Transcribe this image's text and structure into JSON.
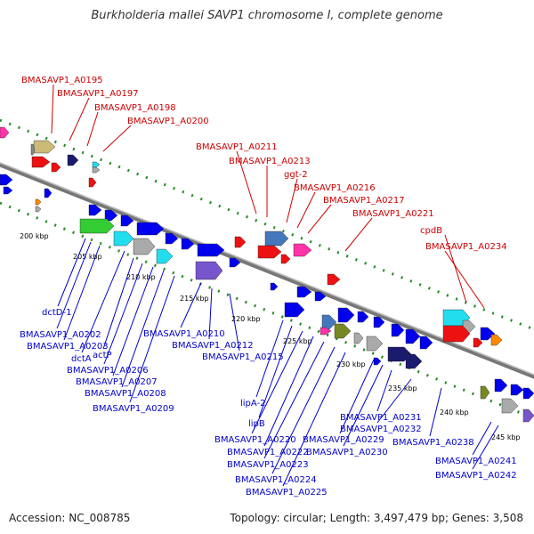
{
  "title": "Burkholderia mallei SAVP1 chromosome I, complete genome",
  "footer": {
    "accession": "Accession: NC_008785",
    "summary": "Topology: circular; Length: 3,497,479 bp; Genes: 3,508"
  },
  "colors": {
    "forward_label": "#cc0000",
    "reverse_label": "#0000cc",
    "backbone": "#888888",
    "gc_tick": "#228b22"
  },
  "scale_labels": [
    "200 kbp",
    "205 kbp",
    "210 kbp",
    "215 kbp",
    "220 kbp",
    "225 kbp",
    "230 kbp",
    "235 kbp",
    "240 kbp",
    "245 kbp"
  ],
  "forward_genes": [
    "BMASAVP1_A0195",
    "BMASAVP1_A0197",
    "BMASAVP1_A0198",
    "BMASAVP1_A0200",
    "BMASAVP1_A0211",
    "BMASAVP1_A0213",
    "ggt-2",
    "BMASAVP1_A0216",
    "BMASAVP1_A0217",
    "BMASAVP1_A0221",
    "cpdB",
    "BMASAVP1_A0234"
  ],
  "reverse_genes": [
    "dctD-1",
    "BMASAVP1_A0202",
    "BMASAVP1_A0203",
    "dctA",
    "actP",
    "BMASAVP1_A0206",
    "BMASAVP1_A0207",
    "BMASAVP1_A0208",
    "BMASAVP1_A0209",
    "BMASAVP1_A0210",
    "BMASAVP1_A0212",
    "BMASAVP1_A0215",
    "lipA-2",
    "lipB",
    "BMASAVP1_A0220",
    "BMASAVP1_A0222",
    "BMASAVP1_A0223",
    "BMASAVP1_A0224",
    "BMASAVP1_A0225",
    "BMASAVP1_A0229",
    "BMASAVP1_A0230",
    "BMASAVP1_A0231",
    "BMASAVP1_A0232",
    "BMASAVP1_A0238",
    "BMASAVP1_A0241",
    "BMASAVP1_A0242"
  ]
}
